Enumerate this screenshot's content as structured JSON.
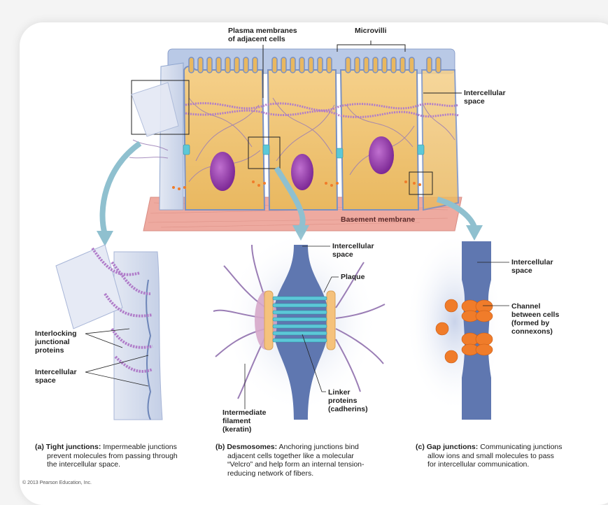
{
  "figure": {
    "top_labels": {
      "plasma_membranes": "Plasma membranes\nof adjacent cells",
      "microvilli": "Microvilli",
      "intercellular_space": "Intercellular\nspace",
      "basement_membrane": "Basement membrane"
    },
    "panel_a": {
      "labels": {
        "interlocking": "Interlocking\njunctional\nproteins",
        "intercellular_space": "Intercellular\nspace"
      },
      "caption_letter": "(a)",
      "caption_title": "Tight junctions:",
      "caption_lines": [
        "Impermeable junctions",
        "prevent molecules from passing through",
        "the intercellular space."
      ]
    },
    "panel_b": {
      "labels": {
        "intercellular_space": "Intercellular\nspace",
        "plaque": "Plaque",
        "linker": "Linker\nproteins\n(cadherins)",
        "intermediate_filament": "Intermediate\nfilament\n(keratin)"
      },
      "caption_letter": "(b)",
      "caption_title": "Desmosomes:",
      "caption_lines": [
        "Anchoring junctions bind",
        "adjacent cells together like a molecular",
        "“Velcro” and help form an internal tension-",
        "reducing network of fibers."
      ]
    },
    "panel_c": {
      "labels": {
        "intercellular_space": "Intercellular\nspace",
        "channel": "Channel\nbetween cells\n(formed by\nconnexons)"
      },
      "caption_letter": "(c)",
      "caption_title": "Gap junctions:",
      "caption_lines": [
        "Communicating junctions",
        "allow ions and small molecules to pass",
        "for intercellular communication."
      ]
    },
    "copyright": "© 2013 Pearson Education, Inc.",
    "colors": {
      "cytoplasm": "#f2c46e",
      "membrane": "#8fa6cf",
      "nucleus": "#9b3fb0",
      "filament": "#9a7db5",
      "basement": "#eeaaa0",
      "arrow": "#8fc0cf",
      "gap_connexon": "#f07c2a",
      "linker": "#5cc8d8",
      "plaque": "#f5c27c"
    }
  }
}
